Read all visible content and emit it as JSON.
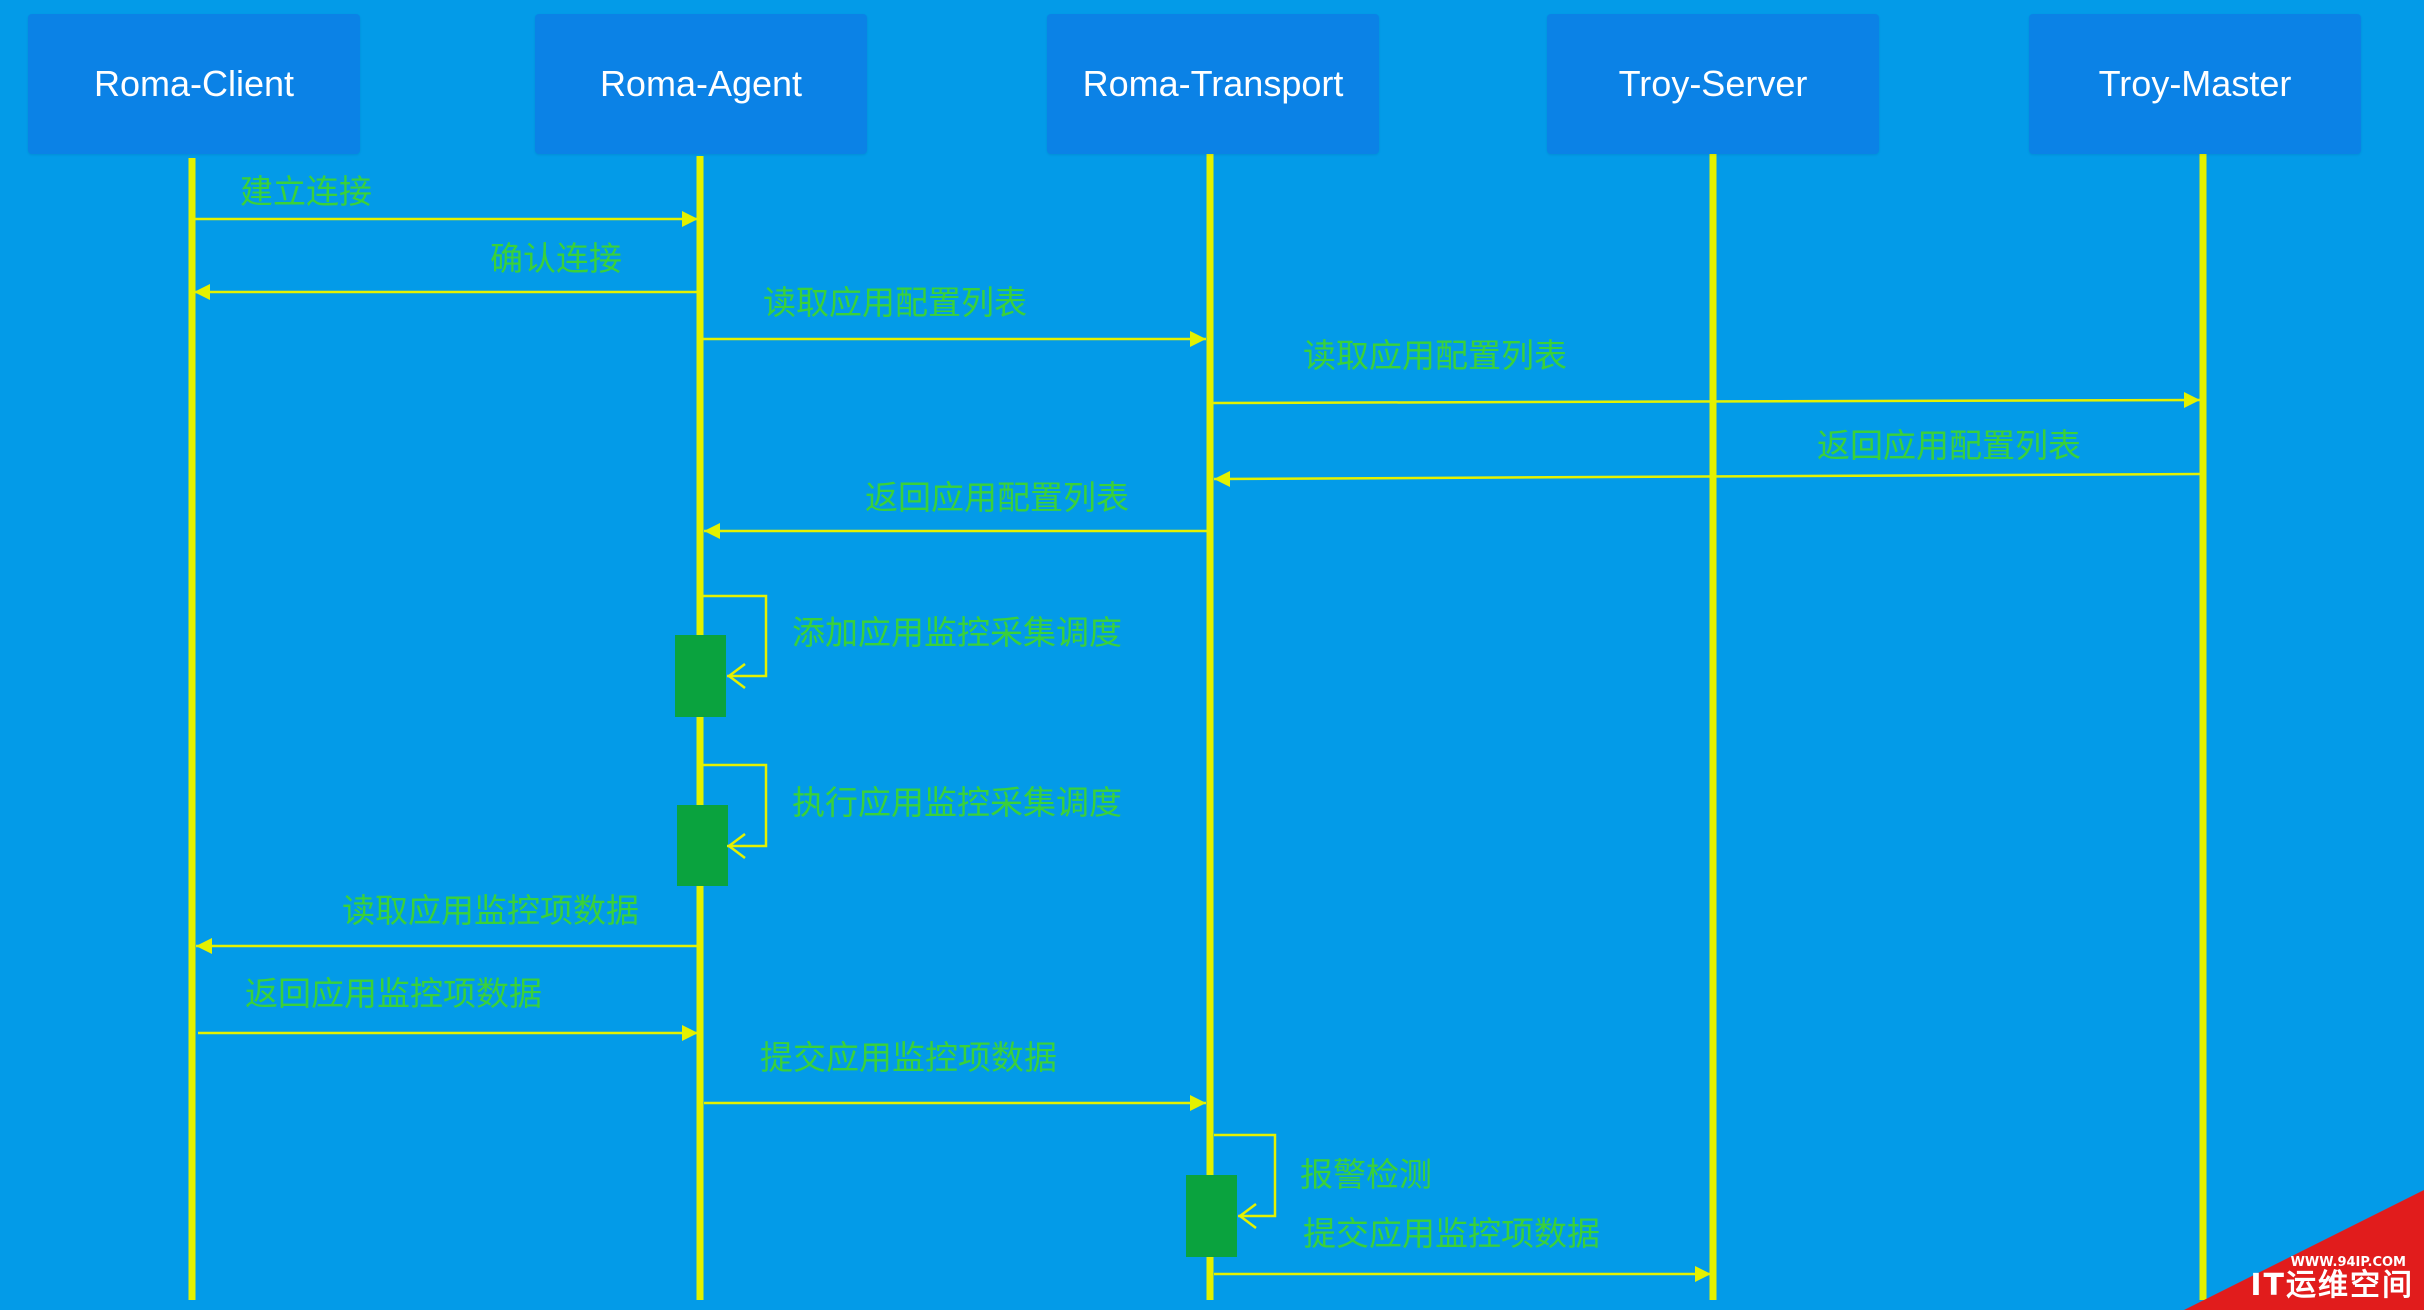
{
  "colors": {
    "background": "#039be8",
    "actor_box": "#0b82e6",
    "actor_text": "#ffffff",
    "lifeline": "#e4f100",
    "message_line": "#e4f100",
    "message_text": "#3ad13a",
    "activation": "#0aa33e",
    "watermark": "#e11c1c"
  },
  "actors": [
    {
      "id": "roma-client",
      "label": "Roma-Client"
    },
    {
      "id": "roma-agent",
      "label": "Roma-Agent"
    },
    {
      "id": "roma-transport",
      "label": "Roma-Transport"
    },
    {
      "id": "troy-server",
      "label": "Troy-Server"
    },
    {
      "id": "troy-master",
      "label": "Troy-Master"
    }
  ],
  "messages": [
    {
      "from": 0,
      "to": 1,
      "label": "建立连接"
    },
    {
      "from": 1,
      "to": 0,
      "label": "确认连接"
    },
    {
      "from": 1,
      "to": 2,
      "label": "读取应用配置列表"
    },
    {
      "from": 2,
      "to": 4,
      "label": "读取应用配置列表"
    },
    {
      "from": 4,
      "to": 2,
      "label": "返回应用配置列表"
    },
    {
      "from": 2,
      "to": 1,
      "label": "返回应用配置列表"
    },
    {
      "from": 1,
      "to": 1,
      "label": "添加应用监控采集调度",
      "self": true
    },
    {
      "from": 1,
      "to": 1,
      "label": "执行应用监控采集调度",
      "self": true
    },
    {
      "from": 1,
      "to": 0,
      "label": "读取应用监控项数据"
    },
    {
      "from": 0,
      "to": 1,
      "label": "返回应用监控项数据"
    },
    {
      "from": 1,
      "to": 2,
      "label": "提交应用监控项数据"
    },
    {
      "from": 2,
      "to": 2,
      "label": "报警检测",
      "self": true
    },
    {
      "from": 2,
      "to": 3,
      "label": "提交应用监控项数据"
    }
  ],
  "watermark": {
    "url": "WWW.94IP.COM",
    "name": "IT运维空间"
  }
}
